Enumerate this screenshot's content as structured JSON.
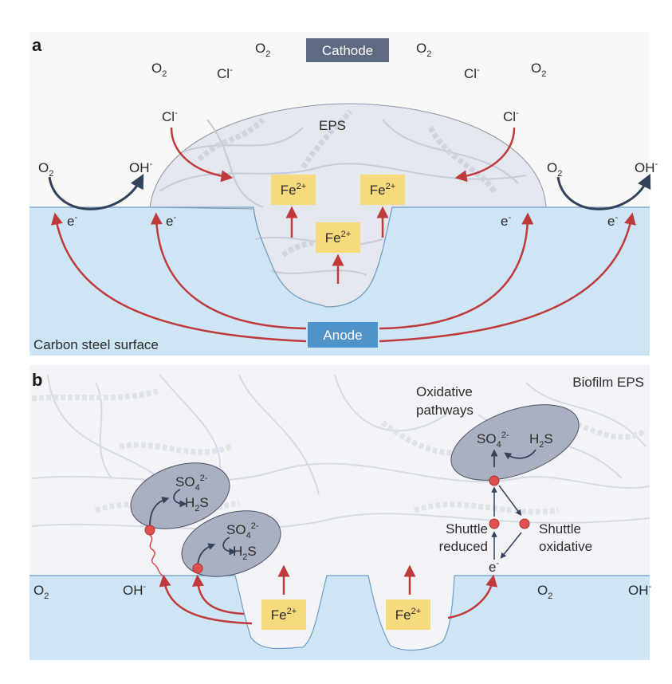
{
  "panel_a": {
    "letter": "a",
    "cathode_label": "Cathode",
    "anode_label": "Anode",
    "eps_label": "EPS",
    "surface_label": "Carbon steel surface",
    "species_top": [
      {
        "base": "O",
        "sub": "2",
        "sup": ""
      },
      {
        "base": "Cl",
        "sub": "",
        "sup": "-"
      },
      {
        "base": "O",
        "sub": "2",
        "sup": ""
      },
      {
        "base": "O",
        "sub": "2",
        "sup": ""
      },
      {
        "base": "Cl",
        "sub": "",
        "sup": "-"
      },
      {
        "base": "O",
        "sub": "2",
        "sup": ""
      }
    ],
    "chloride_left": {
      "base": "Cl",
      "sup": "-"
    },
    "chloride_right": {
      "base": "Cl",
      "sup": "-"
    },
    "left_reaction": {
      "from": "O",
      "from_sub": "2",
      "to": "OH",
      "to_sup": "-"
    },
    "right_reaction": {
      "from": "O",
      "from_sub": "2",
      "to": "OH",
      "to_sup": "-"
    },
    "electron": {
      "base": "e",
      "sup": "-"
    },
    "iron_ion": {
      "base": "Fe",
      "sup": "2+"
    }
  },
  "panel_b": {
    "letter": "b",
    "biofilm_label": "Biofilm EPS",
    "oxidative_label_line1": "Oxidative",
    "oxidative_label_line2": "pathways",
    "shuttle_reduced_line1": "Shuttle",
    "shuttle_reduced_line2": "reduced",
    "shuttle_oxidative_line1": "Shuttle",
    "shuttle_oxidative_line2": "oxidative",
    "sulfate": {
      "base": "SO",
      "sub": "4",
      "sup": "2-"
    },
    "sulfide": {
      "base": "H",
      "sub": "2",
      "tail": "S"
    },
    "oxygen": {
      "base": "O",
      "sub": "2"
    },
    "hydroxide": {
      "base": "OH",
      "sup": "-"
    },
    "electron": {
      "base": "e",
      "sup": "-"
    },
    "iron_ion": {
      "base": "Fe",
      "sup": "2+"
    }
  },
  "colors": {
    "solution_bg": "#f8f9f6",
    "steel": "#cde5f5",
    "steel_line": "#6f9cc4",
    "eps_fill": "#e4e7ee",
    "cathode_box": "#5e6a82",
    "anode_box": "#4f93c9",
    "fe_box": "#f8da7e",
    "red_arrow": "#c0393b",
    "dark_arrow": "#34425a",
    "cell_fill": "#a9b0c2",
    "red_dot": "#e0504e"
  }
}
